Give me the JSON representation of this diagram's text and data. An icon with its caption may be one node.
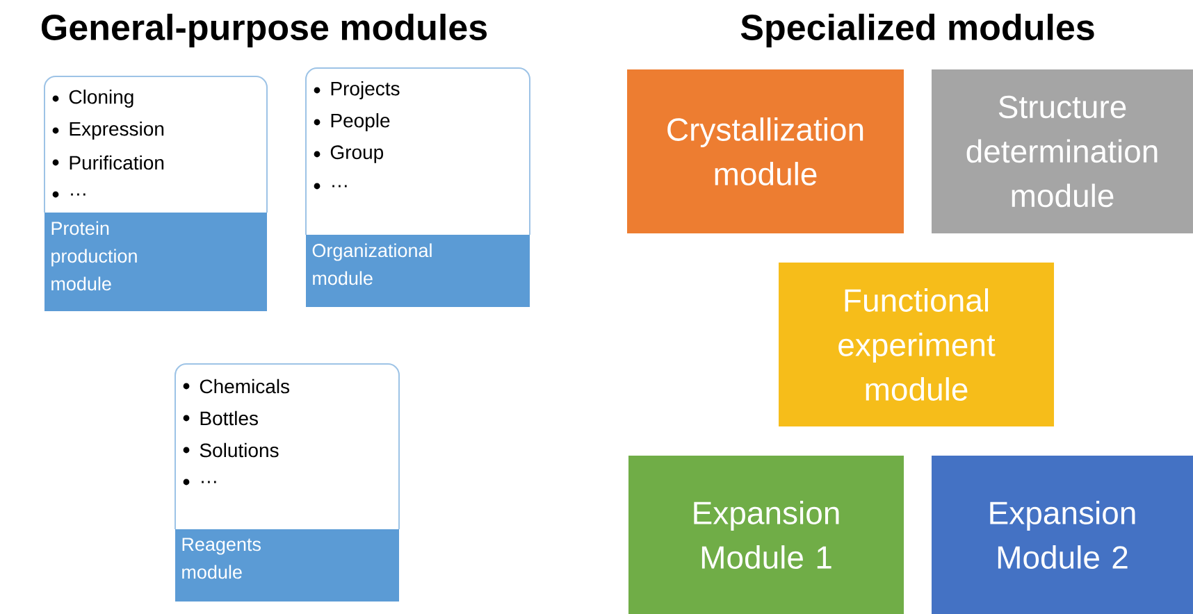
{
  "diagram": {
    "nodes": [
      {
        "text": [
          "Cloning",
          "Expression",
          "Purification",
          "…",
          "Protein production module"
        ]
      },
      {
        "text": [
          "Projects",
          "People",
          "Group",
          "…",
          "Organizational module"
        ]
      },
      {
        "text": [
          "Chemicals",
          "Bottles",
          "Solutions",
          "…",
          "Reagents module"
        ]
      },
      {
        "text": [
          "Crystallization module"
        ]
      },
      {
        "text": [
          "Structure determination module"
        ]
      },
      {
        "text": [
          "Functional experiment module"
        ]
      },
      {
        "text": [
          "Expansion Module 1"
        ]
      },
      {
        "text": [
          "Expansion Module 2"
        ]
      }
    ],
    "edges": [],
    "labels": [
      "General-purpose modules",
      "Specialized modules"
    ]
  }
}
